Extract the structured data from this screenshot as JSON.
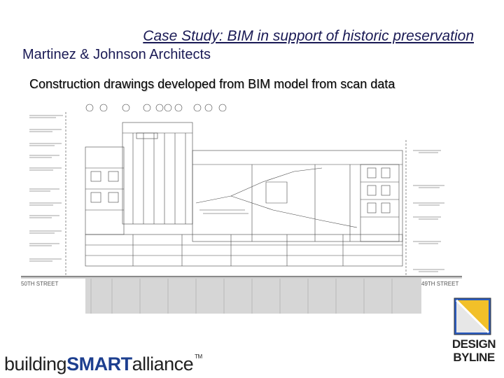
{
  "slide": {
    "title": "Case Study: BIM in support of historic preservation",
    "subtitle": "Martinez & Johnson Architects",
    "caption": "Construction drawings developed from BIM model from scan data"
  },
  "drawing": {
    "left_street_label": "50TH STREET",
    "right_street_label": "49TH STREET"
  },
  "logos": {
    "bsa_part1": "building",
    "bsa_part2": "SMART",
    "bsa_part3": "alliance",
    "bsa_tm": "TM",
    "design_byline_line1": "DESIGN",
    "design_byline_line2": "BYLINE"
  },
  "colors": {
    "title": "#1a1a55",
    "brand_blue": "#1d3f8f",
    "logo_yellow": "#f2c029",
    "logo_blue": "#2b5bbd"
  }
}
